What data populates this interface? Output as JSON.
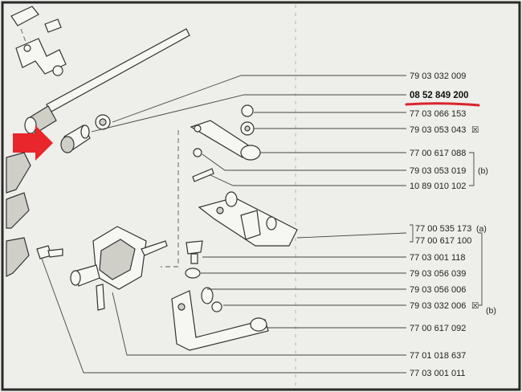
{
  "parts": [
    {
      "number": "79 03 032 009"
    },
    {
      "number": "08 52 849 200",
      "highlighted": true
    },
    {
      "number": "77 03 066 153"
    },
    {
      "number": "79 03 053 043",
      "marker": "☒"
    },
    {
      "number": "77 00 617 088"
    },
    {
      "number": "79 03 053 019"
    },
    {
      "number": "10 89 010 102"
    },
    {
      "number": "77 00 535 173",
      "suffix": "(a)"
    },
    {
      "number": "77 00 617 100"
    },
    {
      "number": "77 03 001 118"
    },
    {
      "number": "79 03 056 039"
    },
    {
      "number": "79 03 056 006"
    },
    {
      "number": "79 03 032 006",
      "marker": "☒"
    },
    {
      "number": "77 00 617 092"
    },
    {
      "number": "77 01 018 637"
    },
    {
      "number": "77 03 001 011"
    }
  ],
  "group_labels": {
    "group_b_upper": "(b)",
    "group_b_lower": "(b)"
  },
  "colors": {
    "highlight_arrow": "#e8262b",
    "underline": "#d9232d",
    "paper": "#eeeeea",
    "ink": "#222222"
  }
}
